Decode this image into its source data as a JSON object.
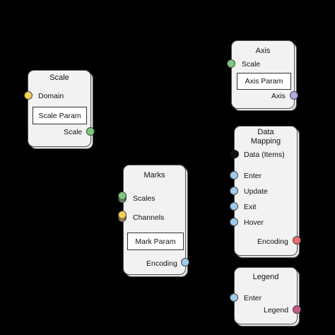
{
  "nodes": {
    "scale": {
      "title": "Scale",
      "input": "Domain",
      "param": "Scale Param",
      "output": "Scale"
    },
    "axis": {
      "title": "Axis",
      "input": "Scale",
      "param": "Axis Param",
      "output": "Axis"
    },
    "data_mapping": {
      "title_line1": "Data",
      "title_line2": "Mapping",
      "input": "Data (Items)",
      "events": [
        "Enter",
        "Update",
        "Exit",
        "Hover"
      ],
      "output": "Encoding"
    },
    "marks": {
      "title": "Marks",
      "input1": "Scales",
      "input2": "Channels",
      "param": "Mark Param",
      "output": "Encoding"
    },
    "legend": {
      "title": "Legend",
      "input": "Enter",
      "output": "Legend"
    }
  },
  "port_colors": {
    "yellow": "#f5cf5a",
    "green": "#7ec87e",
    "purple": "#b9a8e6",
    "blue": "#9ccbec",
    "red": "#ef6a6a",
    "magenta": "#c65a86",
    "black": "#111111"
  }
}
